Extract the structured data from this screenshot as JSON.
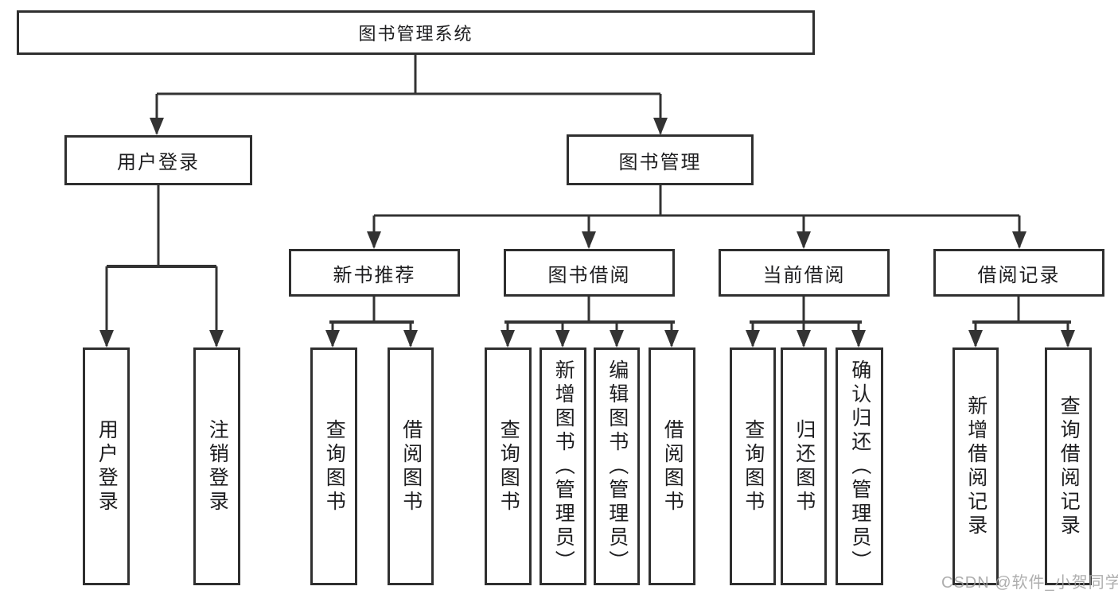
{
  "tree": {
    "label": "图书管理系统",
    "children": [
      {
        "label": "用户登录",
        "children": [
          {
            "label": "用户登录"
          },
          {
            "label": "注销登录"
          }
        ]
      },
      {
        "label": "图书管理",
        "children": [
          {
            "label": "新书推荐",
            "children": [
              {
                "label": "查询图书"
              },
              {
                "label": "借阅图书"
              }
            ]
          },
          {
            "label": "图书借阅",
            "children": [
              {
                "label": "查询图书"
              },
              {
                "label": "新增图书（管理员）"
              },
              {
                "label": "编辑图书（管理员）"
              },
              {
                "label": "借阅图书"
              }
            ]
          },
          {
            "label": "当前借阅",
            "children": [
              {
                "label": "查询图书"
              },
              {
                "label": "归还图书"
              },
              {
                "label": "确认归还（管理员）"
              }
            ]
          },
          {
            "label": "借阅记录",
            "children": [
              {
                "label": "新增借阅记录"
              },
              {
                "label": "查询借阅记录"
              }
            ]
          }
        ]
      }
    ]
  },
  "watermark": "CSDN @软件_小贺同学",
  "colors": {
    "line": "#333333",
    "box_border": "#2f2f2f",
    "text": "#1d1d1f",
    "background": "#ffffff",
    "watermark": "#a0a0a0"
  }
}
